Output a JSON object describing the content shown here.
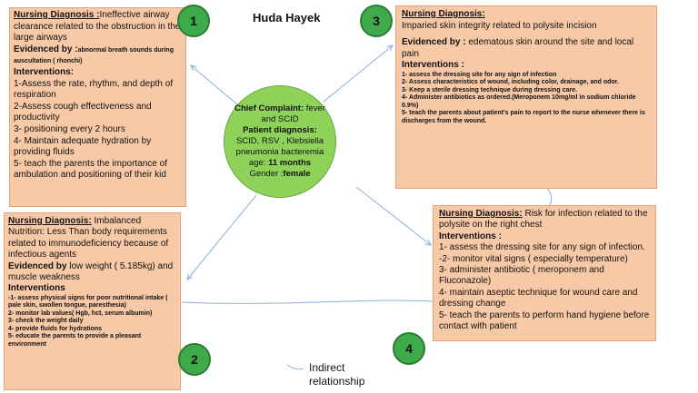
{
  "author": "Huda Hayek",
  "center": {
    "complaint_label": "Chief Complaint:",
    "complaint_value": " fever and SCID",
    "diagnosis_label": "Patient diagnosis:",
    "diagnosis_value": "SCID, RSV , Klebsiella pneumonia bacteremia",
    "age_label": "age: ",
    "age_value": "11 months",
    "gender_label": "Gender :",
    "gender_value": "female"
  },
  "boxes": {
    "box1": {
      "number": "1",
      "header": "Nursing Diagnosis :",
      "diagnosis": "Ineffective airway clearance related to the obstruction in the large airways",
      "evidence_label": "Evidenced by :",
      "evidence": "abnormal breath sounds during auscultation ( rhonchi)",
      "interventions_label": "Interventions:",
      "interventions": [
        "1-Assess the rate, rhythm, and depth of respiration",
        "2-Assess cough effectiveness and productivity",
        "3- positioning every 2 hours",
        "4- Maintain adequate hydration by providing fluids",
        "5- teach the parents the importance of ambulation and positioning of their kid"
      ]
    },
    "box2": {
      "number": "2",
      "header": "Nursing Diagnosis:",
      "diagnosis": " Imbalanced Nutrition: Less Than body requirements related to immunodeficiency because of infectious agents",
      "evidence_label": "Evidenced by",
      "evidence": " low weight ( 5.185kg) and muscle weakness",
      "interventions_label": "Interventions",
      "interventions": [
        "-1- assess physical signs for poor nutritional intake ( pale skin, swollen tongue, paresthesia)",
        "2- monitor lab values( Hgb, hct, serum albumin)",
        "3- check the weight daily",
        "4- provide fluids for hydrations",
        "5- educate the parents to provide a pleasant environment"
      ]
    },
    "box3": {
      "number": "3",
      "header": "Nursing Diagnosis:",
      "diagnosis": "Imparied skin integrity related to polysite incision",
      "evidence_label": "Evidenced by :",
      "evidence": "edematous skin around the site and local pain",
      "interventions_label": "Interventions :",
      "interventions": [
        "1- assess the dressing site for any sign of infection",
        "2- Assess characteristics of wound, including color, drainage, and odor.",
        "3- Keep a sterile dressing technique during dressing care.",
        "4- Administer antibiotics as ordered.(Meroponem 10mg/ml in sodium chloride 0.9%)",
        "5- teach the parents about patient's pain to report to the nurse whenever there is discharges from the wound."
      ]
    },
    "box4": {
      "number": "4",
      "header": "Nursing Diagnosis:",
      "diagnosis": " Risk for infection related to the polysite on the right chest",
      "interventions_label": "Interventions :",
      "interventions": [
        "1- assess the dressing site for any sign of infection.",
        "-2- monitor vital signs ( especially temperature)",
        "3- administer antibiotic ( meroponem and Fluconazole)",
        "4- maintain aseptic technique for wound care and dressing change",
        "5- teach the parents to perform hand hygiene before contact with patient"
      ]
    }
  },
  "legend": {
    "label": "Indirect relationship"
  },
  "colors": {
    "box_fill": "#f8c9a6",
    "center_fill": "#8fd25a",
    "number_circle": "#3faa4a",
    "arrow": "#8ab0d8"
  }
}
